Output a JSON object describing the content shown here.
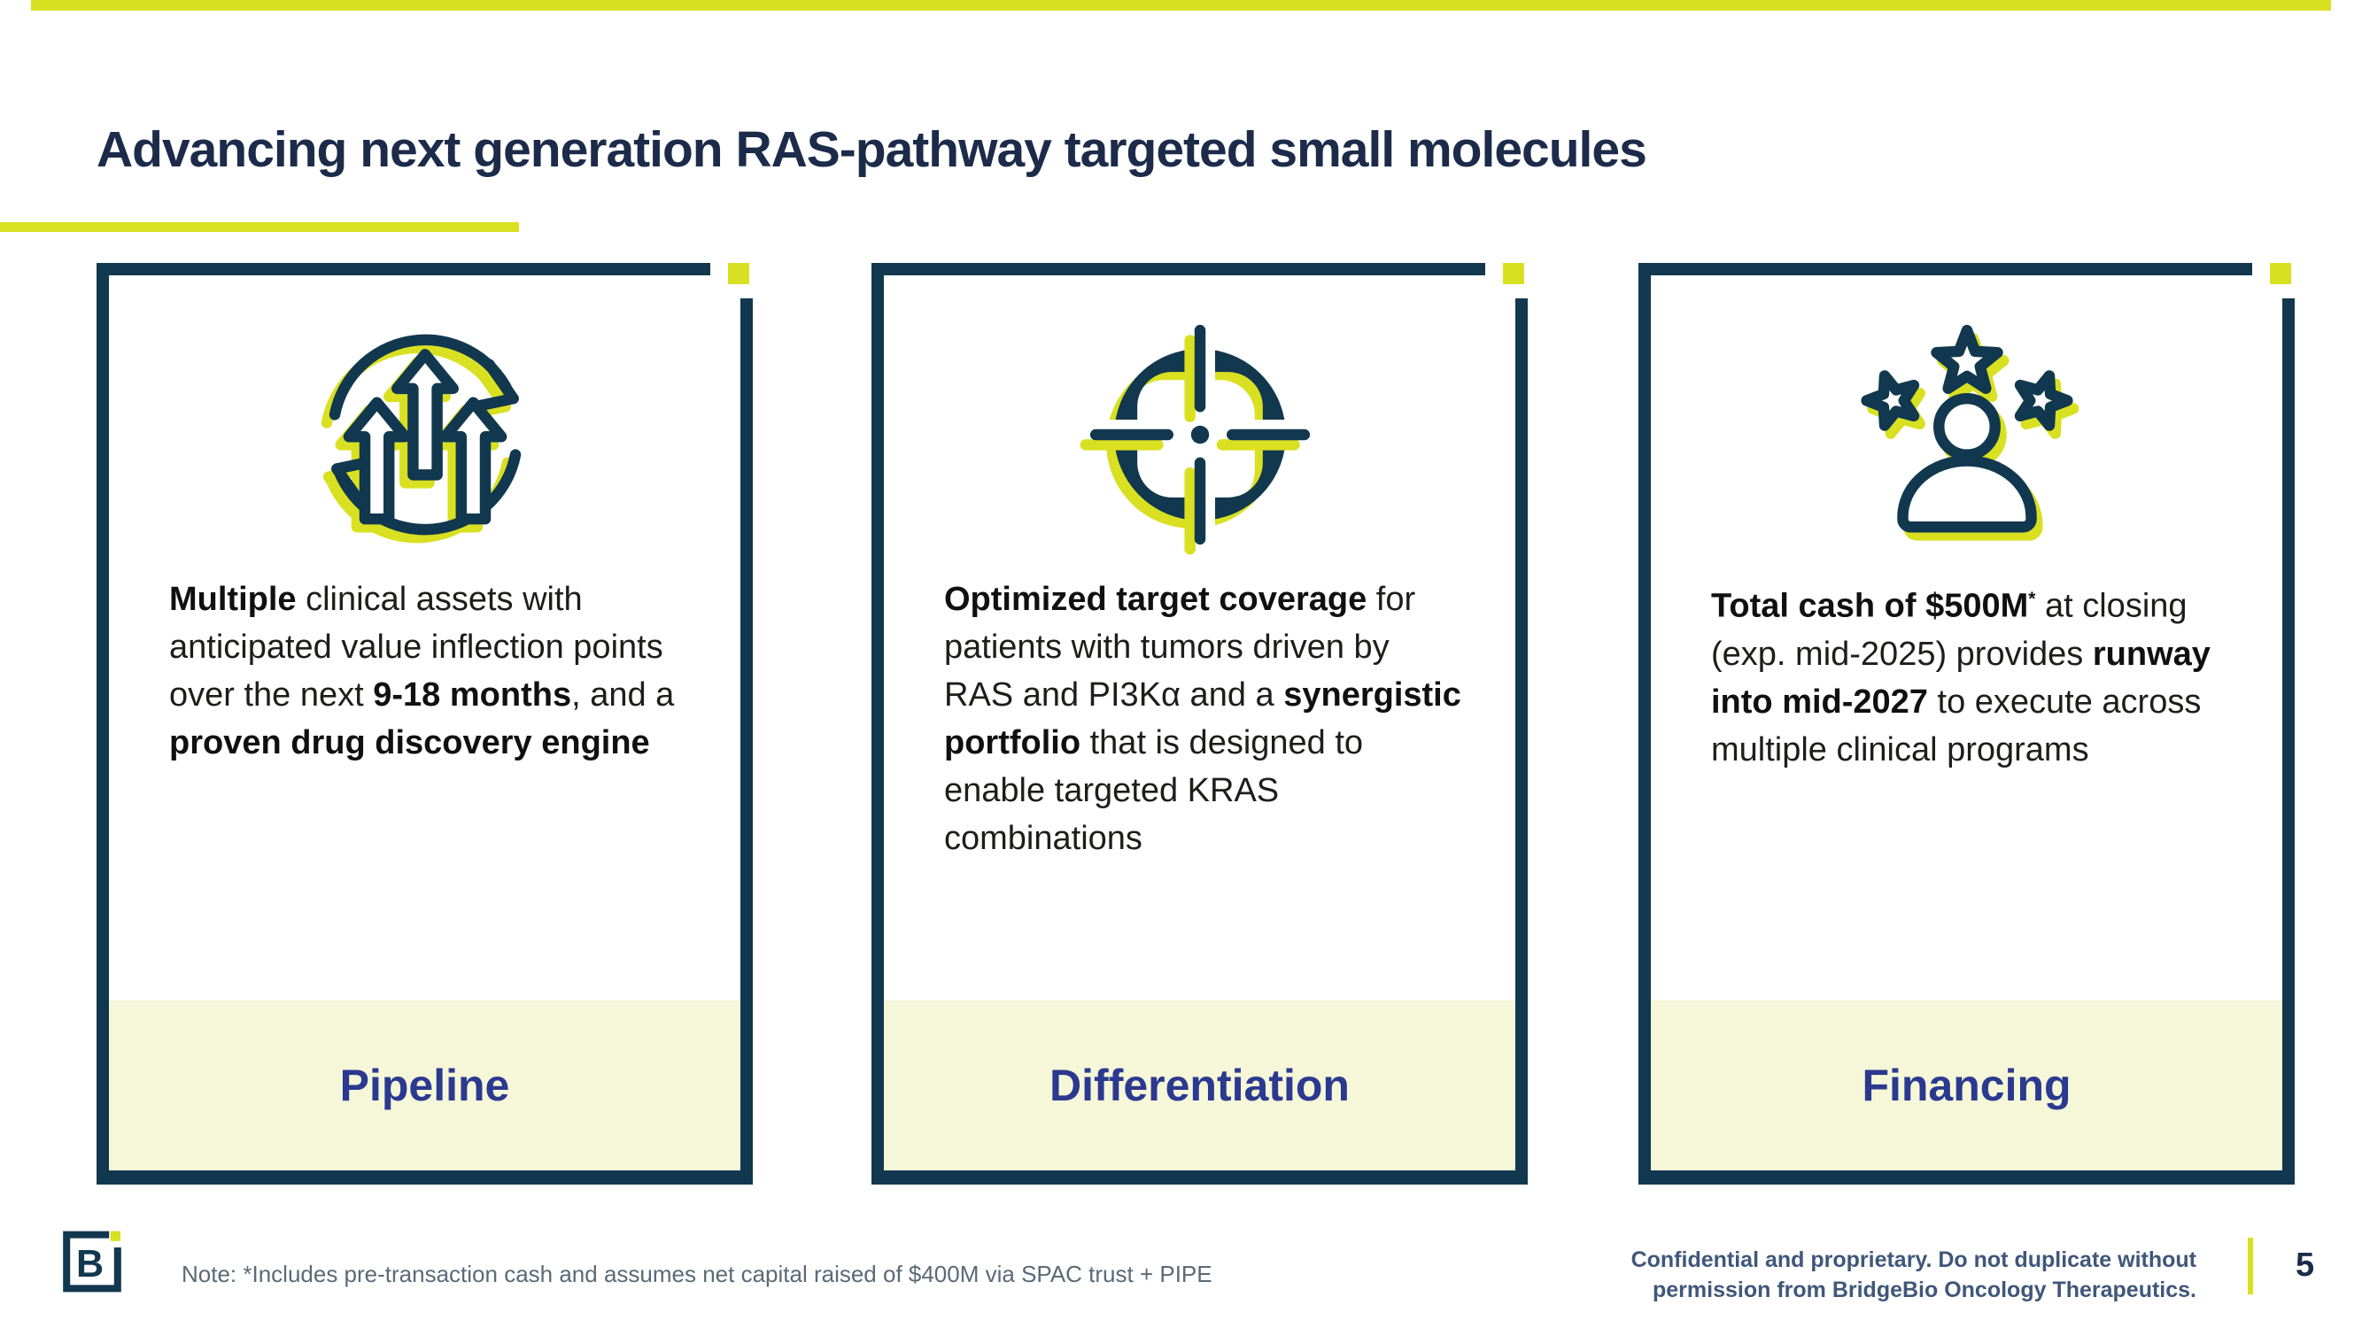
{
  "slide": {
    "title": "Advancing next generation RAS-pathway targeted small molecules"
  },
  "cards": [
    {
      "label": "Pipeline",
      "icon": "growth-arrows-cycle-icon",
      "body": [
        {
          "t": "Multiple",
          "b": true
        },
        {
          "t": " clinical assets with anticipated value inflection points over the next "
        },
        {
          "t": "9-18 months",
          "b": true
        },
        {
          "t": ", and a "
        },
        {
          "t": "proven drug discovery engine",
          "b": true
        }
      ]
    },
    {
      "label": "Differentiation",
      "icon": "target-crosshair-icon",
      "body": [
        {
          "t": "Optimized target coverage",
          "b": true
        },
        {
          "t": " for patients with tumors driven by RAS and PI3Kα and a "
        },
        {
          "t": "synergistic portfolio",
          "b": true
        },
        {
          "t": " that is designed to enable targeted KRAS combinations"
        }
      ]
    },
    {
      "label": "Financing",
      "icon": "person-with-stars-icon",
      "body": [
        {
          "t": "Total cash of $500M",
          "b": true
        },
        {
          "t": "*",
          "b": true,
          "sup": true
        },
        {
          "t": " at closing (exp. mid-2025) provides "
        },
        {
          "t": "runway into mid-2027",
          "b": true
        },
        {
          "t": " to execute across multiple clinical programs"
        }
      ]
    }
  ],
  "footer": {
    "logo_letter": "B",
    "note": "Note: *Includes pre-transaction cash and assumes net capital raised of $400M via SPAC trust + PIPE",
    "confidential_line1": "Confidential and proprietary. Do not duplicate without",
    "confidential_line2": "permission from BridgeBio Oncology Therapeutics.",
    "page_number": "5"
  },
  "colors": {
    "navy": "#11384f",
    "title-navy": "#1c2b4a",
    "royal-blue": "#2b3990",
    "accent-yellow": "#d9e021",
    "pale-yellow": "#f5f7d8",
    "body-text": "#1d1d1b",
    "note-gray": "#5a6a76",
    "confidential-slate": "#3f577a"
  }
}
